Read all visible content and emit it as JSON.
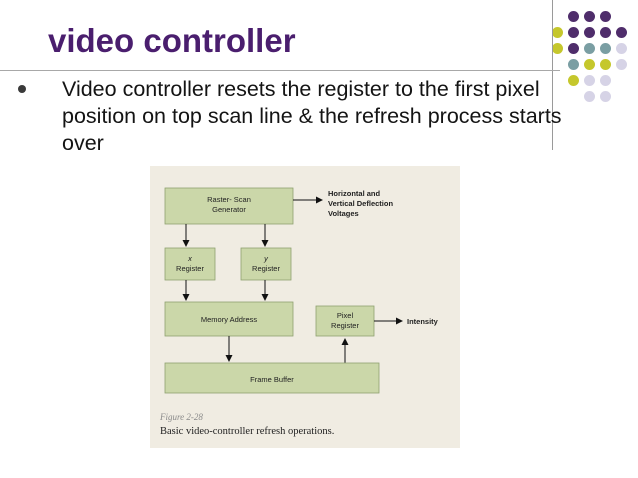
{
  "slide": {
    "title": "video controller",
    "bullet": "Video controller resets the register to the first pixel position on top scan line & the refresh process starts over"
  },
  "figure": {
    "boxes": {
      "raster_line1": "Raster- Scan",
      "raster_line2": "Generator",
      "x_line1": "x",
      "x_line2": "Register",
      "y_line1": "y",
      "y_line2": "Register",
      "memory": "Memory Address",
      "pixel_line1": "Pixel",
      "pixel_line2": "Register",
      "frame": "Frame Buffer"
    },
    "annotations": {
      "deflection_line1": "Horizontal and",
      "deflection_line2": "Vertical Deflection",
      "deflection_line3": "Voltages",
      "intensity": "Intensity"
    },
    "caption": {
      "number": "Figure 2-28",
      "text": "Basic video-controller refresh operations."
    }
  },
  "colors": {
    "title": "#4a1e6e",
    "box_fill": "#cbd7a9",
    "dot_purple": "#4f2d6b",
    "dot_teal": "#7a9ea3",
    "dot_yellow": "#c5c72c",
    "dot_lavender": "#d6d3e6"
  }
}
